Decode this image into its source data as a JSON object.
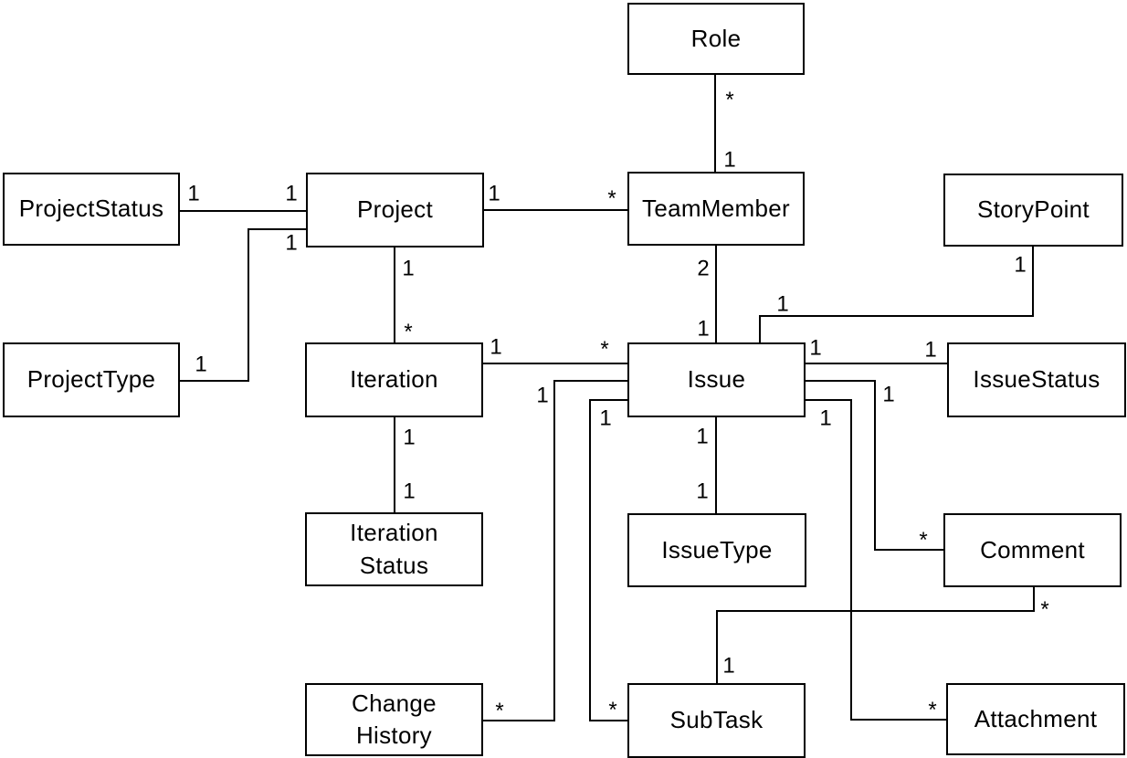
{
  "diagram": {
    "type": "uml-class-diagram",
    "colors": {
      "background": "#ffffff",
      "box_fill": "#ffffff",
      "box_border": "#000000",
      "line": "#000000",
      "text": "#000000"
    },
    "entities": [
      {
        "id": "role",
        "label": "Role"
      },
      {
        "id": "project-status",
        "label": "ProjectStatus"
      },
      {
        "id": "project",
        "label": "Project"
      },
      {
        "id": "team-member",
        "label": "TeamMember"
      },
      {
        "id": "story-point",
        "label": "StoryPoint"
      },
      {
        "id": "project-type",
        "label": "ProjectType"
      },
      {
        "id": "iteration",
        "label": "Iteration"
      },
      {
        "id": "issue",
        "label": "Issue"
      },
      {
        "id": "issue-status",
        "label": "IssueStatus"
      },
      {
        "id": "iteration-status",
        "label": "Iteration\nStatus"
      },
      {
        "id": "issue-type",
        "label": "IssueType"
      },
      {
        "id": "comment",
        "label": "Comment"
      },
      {
        "id": "change-history",
        "label": "Change\nHistory"
      },
      {
        "id": "sub-task",
        "label": "SubTask"
      },
      {
        "id": "attachment",
        "label": "Attachment"
      }
    ],
    "relationships": [
      {
        "from": "Role",
        "to": "TeamMember",
        "from_label": "*",
        "to_label": "1"
      },
      {
        "from": "ProjectStatus",
        "to": "Project",
        "from_label": "1",
        "to_label": "1"
      },
      {
        "from": "Project",
        "to": "TeamMember",
        "from_label": "1",
        "to_label": "*"
      },
      {
        "from": "ProjectType",
        "to": "Project",
        "from_label": "1",
        "to_label": "1"
      },
      {
        "from": "Project",
        "to": "Iteration",
        "from_label": "1",
        "to_label": "*"
      },
      {
        "from": "Iteration",
        "to": "IterationStatus",
        "from_label": "1",
        "to_label": "1"
      },
      {
        "from": "Iteration",
        "to": "Issue",
        "from_label": "1",
        "to_label": "*"
      },
      {
        "from": "TeamMember",
        "to": "Issue",
        "from_label": "2",
        "to_label": "1"
      },
      {
        "from": "StoryPoint",
        "to": "Issue",
        "from_label": "1",
        "to_label": "1"
      },
      {
        "from": "Issue",
        "to": "IssueStatus",
        "from_label": "1",
        "to_label": "1"
      },
      {
        "from": "Issue",
        "to": "IssueType",
        "from_label": "1",
        "to_label": "1"
      },
      {
        "from": "Issue",
        "to": "Comment",
        "from_label": "1",
        "to_label": "*"
      },
      {
        "from": "Issue",
        "to": "ChangeHistory",
        "from_label": "1",
        "to_label": "*"
      },
      {
        "from": "Issue",
        "to": "SubTask",
        "from_label": "1",
        "to_label": "*"
      },
      {
        "from": "Issue",
        "to": "Attachment",
        "from_label": "1",
        "to_label": "*"
      },
      {
        "from": "Comment",
        "to": "SubTask",
        "from_label": "*",
        "to_label": "1"
      }
    ]
  }
}
